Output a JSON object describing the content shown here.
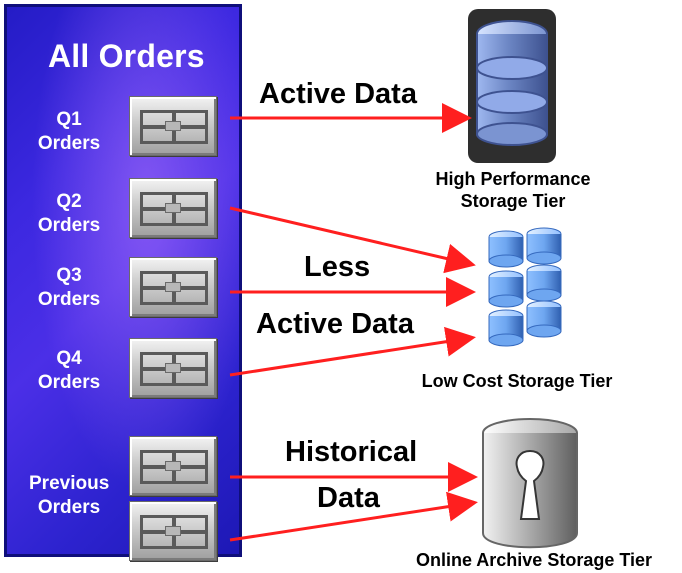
{
  "panel": {
    "title": "All Orders",
    "items": [
      {
        "label": "Q1\nOrders"
      },
      {
        "label": "Q2\nOrders"
      },
      {
        "label": "Q3\nOrders"
      },
      {
        "label": "Q4\nOrders"
      },
      {
        "label": "Previous\nOrders"
      }
    ]
  },
  "labels": {
    "active_data": "Active Data",
    "less": "Less",
    "active_data_2": "Active Data",
    "historical": "Historical",
    "data": "Data"
  },
  "tiers": {
    "high": "High Performance\nStorage Tier",
    "low": "Low Cost Storage Tier",
    "archive": "Online Archive Storage Tier"
  },
  "colors": {
    "panel_blue": "#3c28e0",
    "arrow_red": "#ff1f1f",
    "database_blue": "#a6c8ff",
    "archive_gray": "#9a9a9a"
  }
}
